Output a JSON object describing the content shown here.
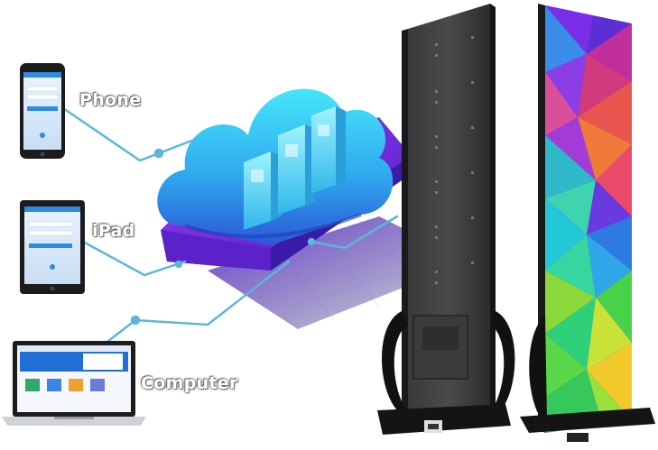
{
  "labels": {
    "phone": "Phone",
    "ipad": "iPad",
    "computer": "Computer"
  },
  "colors": {
    "cloud_top": "#3fd5f5",
    "cloud_bottom": "#2a5dd8",
    "cloud_base": "#7b2ff0",
    "wire": "#59b6d8",
    "panel_dark": "#2a2a2a",
    "stand": "#111111"
  },
  "icons": {
    "cloud": "cloud-server-icon",
    "phone": "smartphone",
    "tablet": "tablet",
    "laptop": "laptop",
    "poster_back": "led-poster-back",
    "poster_front": "led-poster-front"
  }
}
